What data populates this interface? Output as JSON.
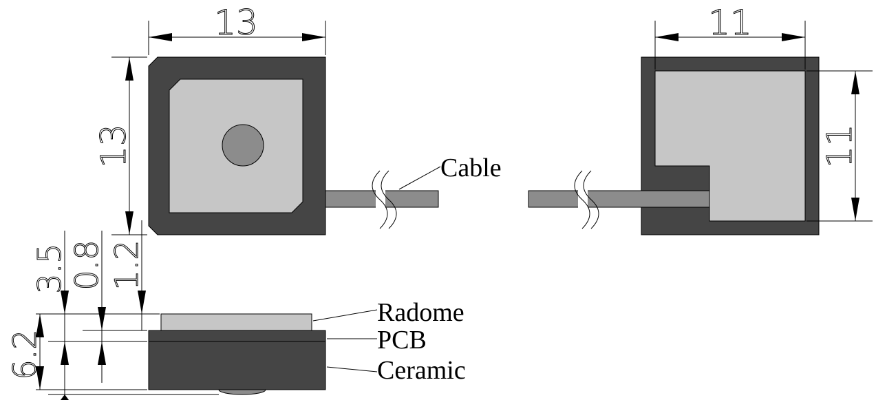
{
  "colors": {
    "body_dark": "#454545",
    "patch_light": "#c6c6c6",
    "feed_gray": "#8c8c8c",
    "cable_gray": "#8c8c8c",
    "outline": "#000000"
  },
  "top_view": {
    "width_dim": "13",
    "height_dim": "13"
  },
  "bottom_view": {
    "width_dim": "11",
    "height_dim": "11"
  },
  "side_view": {
    "dims": [
      "3.5",
      "0.8",
      "1.2",
      "6.2"
    ]
  },
  "callouts": {
    "cable": "Cable",
    "radome": "Radome",
    "pcb": "PCB",
    "ceramic": "Ceramic"
  }
}
